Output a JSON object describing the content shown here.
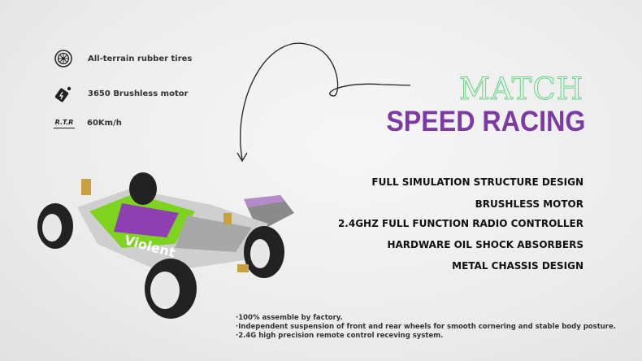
{
  "features": [
    {
      "icon": "tire-icon",
      "label": "All-terrain rubber tires"
    },
    {
      "icon": "motor-icon",
      "label": "3650 Brushless motor"
    },
    {
      "icon": "rtr-icon",
      "label": "60Km/h",
      "icon_text": "R.T.R"
    }
  ],
  "headline": {
    "top": "MATCH",
    "main": "SPEED RACING"
  },
  "specs": [
    "FULL SIMULATION STRUCTURE DESIGN",
    "BRUSHLESS MOTOR",
    "2.4GHZ FULL FUNCTION RADIO CONTROLLER",
    "HARDWARE OIL SHOCK  ABSORBERS",
    "METAL CHASSIS DESIGN"
  ],
  "bullets": [
    "·100% assemble by factory.",
    "·Independent suspension of front and rear wheels for smooth cornering and stable body posture.",
    "·2.4G high precision remote control receving system."
  ],
  "car": {
    "body_text": "Violent"
  },
  "colors": {
    "accent": "#7b3aa5",
    "outline": "#7fd99a",
    "green": "#7ed321"
  }
}
